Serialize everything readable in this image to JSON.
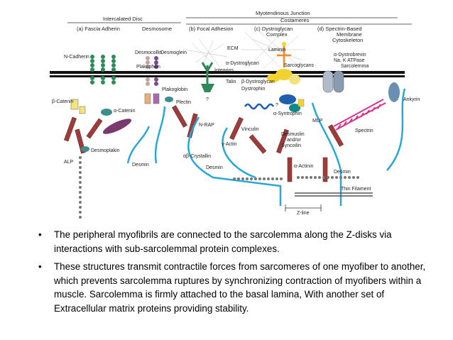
{
  "diagram": {
    "headers": {
      "intercalated_disc": "Intercalated Disc",
      "myotendinous_junction": "Myotendinous Junction",
      "costameres": "Costameres",
      "a": "(a) Fascia Adherin",
      "a2": "Desmosome",
      "b": "(b) Focal Adhesion",
      "c1": "(c) Dystroglycan",
      "c2": "Complex",
      "d1": "(d) Spectrin-Based",
      "d2": "Membrane",
      "d3": "Cytoskeleton"
    },
    "labels": {
      "n_cadherin": "N-Cadherin",
      "desmocollin": "Desmocollin",
      "desmoglein": "Desmoglein",
      "ecm": "ECM",
      "laminin": "Laminin",
      "a_dystrobrevin": "α-Dystrobrevin",
      "na_k_atpase": "Na, K ATPase",
      "sarcolemma": "Sarcolemma",
      "a_dystroglycan": "α-Dystroglycan",
      "sarcoglycans": "Sarcoglycans",
      "plakophilin": "Plakophilin",
      "integrins": "Integrins",
      "talin": "Talin",
      "b_dystroglycan": "β-Dystroglycan",
      "ankyrin": "Ankyrin",
      "b_catenin": "β-Catenin",
      "plakoglobin": "Plakoglobin",
      "plectin": "Plectin",
      "dystrophin": "Dystrophin",
      "a_catenin": "α-Catenin",
      "mlp": "MLP",
      "n_rap": "N-RAP",
      "vinculin": "Vinculin",
      "a_syntrophin": "α-Syntrophin",
      "spectrin": "Spectrin",
      "desmoplakin": "Desmoplakin",
      "desmuslin1": "Desmuslin",
      "desmuslin2": "and/or",
      "desmuslin3": "Syncoilin",
      "g_actin": "γ-Actin",
      "ab_crystallin": "αβ-Crystallin",
      "alp": "ALP",
      "desmin_left": "Desmin",
      "desmin_mid": "Desmin",
      "a_actinin": "α-Actinin",
      "desmin_right": "Desmin",
      "thin_filament": "Thin Filament",
      "z_line": "Z-line",
      "question1": "?",
      "question2": "?"
    }
  },
  "bullets": [
    "The peripheral myofibrils are connected to the sarcolemma along the Z-disks via interactions with sub-sarcolemmal protein complexes.",
    "These structures transmit contractile forces from sarcomeres of one myofiber to another, which prevents sarcolemma ruptures by synchronizing contraction of myofibers within a muscle. Sarcolemma is firmly attached to the basal lamina, With another set of Extracellular matrix proteins providing stability."
  ],
  "bullet_symbol": "•",
  "colors": {
    "membrane": "#111111",
    "desmin": "#2aa7d6",
    "actin_brown": "#9e3b3b",
    "cadherin_green": "#2e8b57",
    "desmosome_purple": "#7b4a8c",
    "spectrin_pink": "#d6338a",
    "dystrophin_blue": "#1e5fae",
    "yellow": "#f2d230",
    "orange": "#f08a24"
  }
}
